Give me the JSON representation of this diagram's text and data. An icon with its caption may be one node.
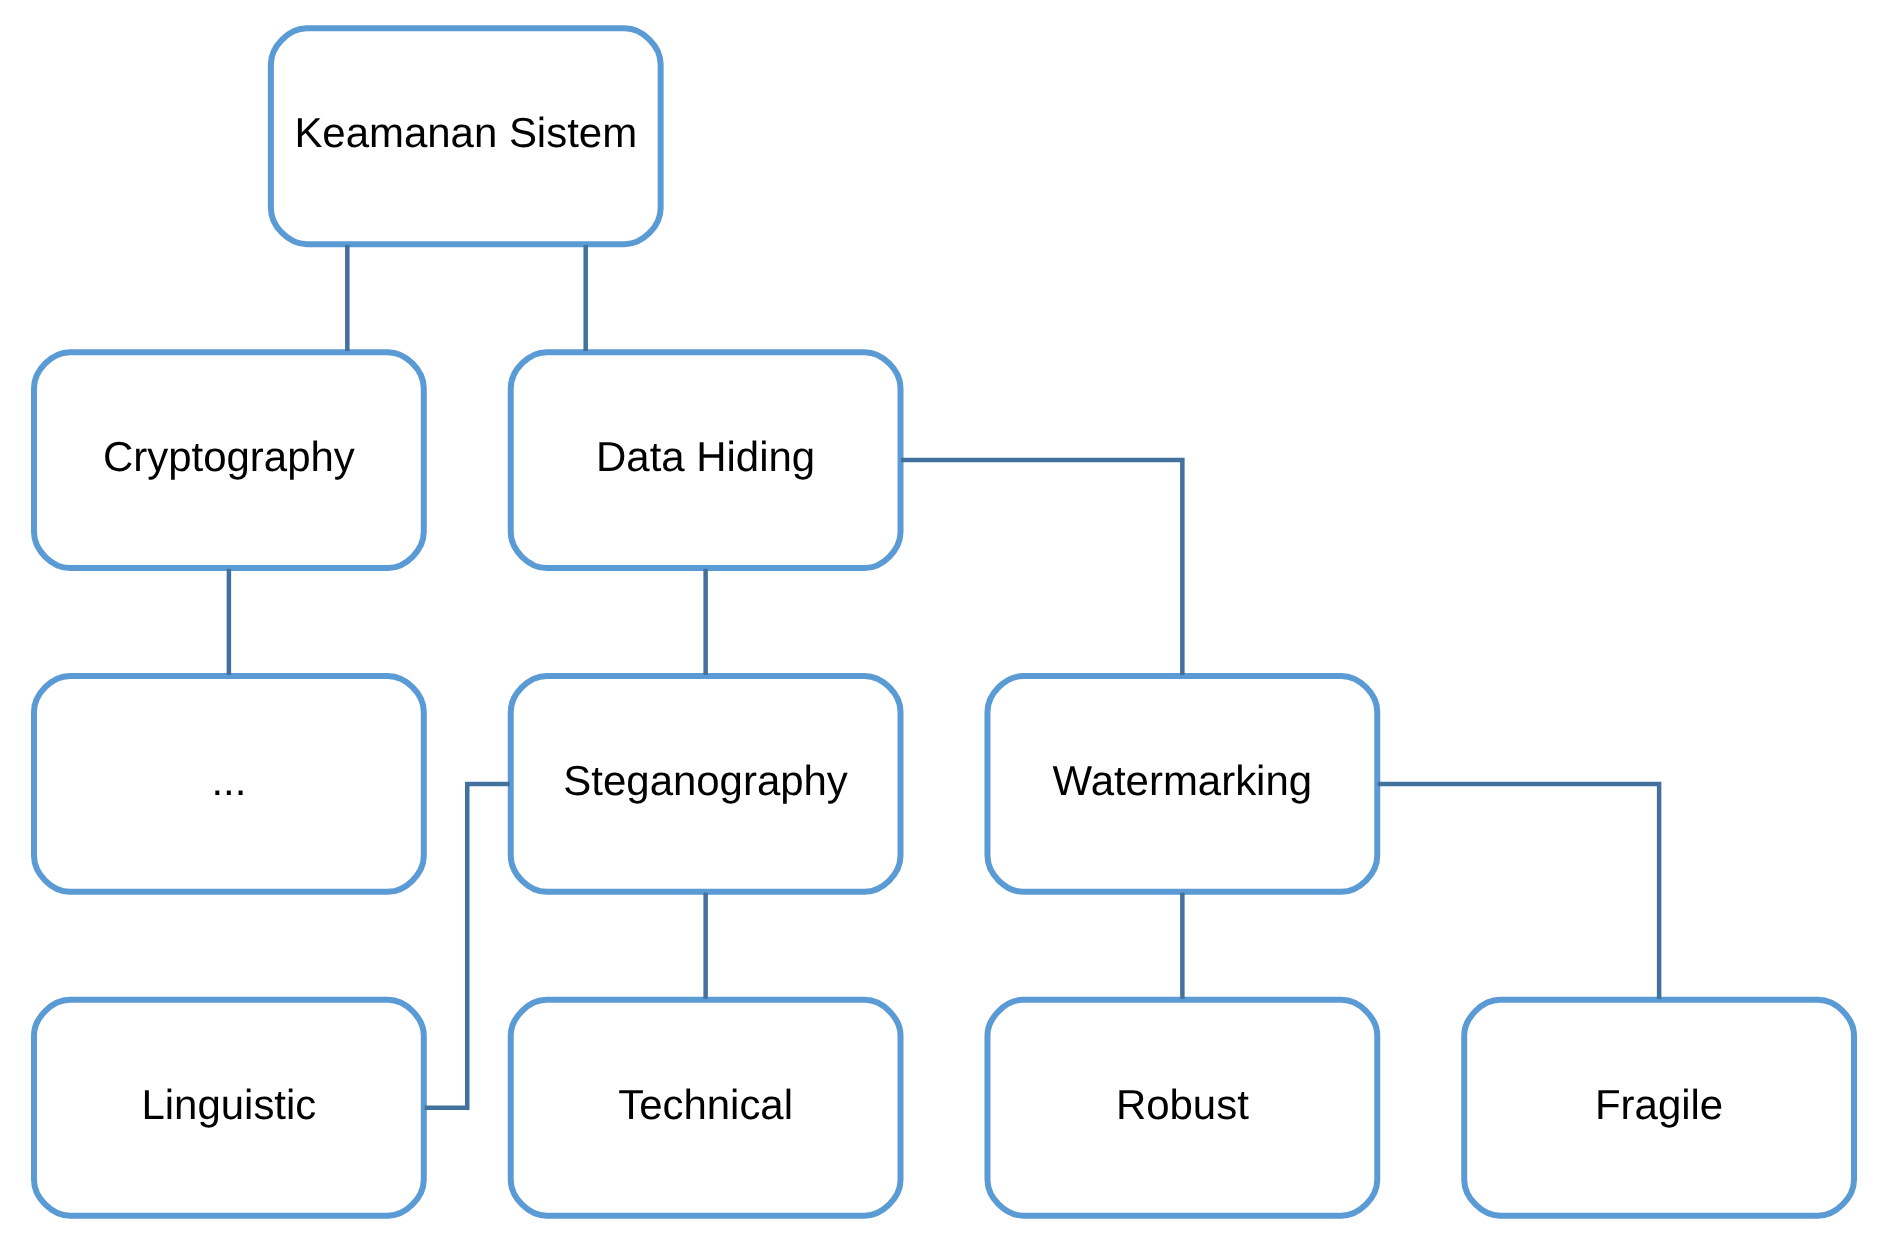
{
  "diagram": {
    "nodes": [
      {
        "text": [
          "Keamanan Sistem"
        ]
      },
      {
        "text": [
          "Cryptography"
        ]
      },
      {
        "text": [
          "Data Hiding"
        ]
      },
      {
        "text": [
          "..."
        ]
      },
      {
        "text": [
          "Steganography"
        ]
      },
      {
        "text": [
          "Watermarking"
        ]
      },
      {
        "text": [
          "Linguistic"
        ]
      },
      {
        "text": [
          "Technical"
        ]
      },
      {
        "text": [
          "Robust"
        ]
      },
      {
        "text": [
          "Fragile"
        ]
      }
    ],
    "edges": [
      {
        "from": 0,
        "to": 1,
        "arrow": "none"
      },
      {
        "from": 0,
        "to": 2,
        "arrow": "none"
      },
      {
        "from": 1,
        "to": 3,
        "arrow": "none"
      },
      {
        "from": 2,
        "to": 4,
        "arrow": "none"
      },
      {
        "from": 2,
        "to": 5,
        "arrow": "none"
      },
      {
        "from": 4,
        "to": 6,
        "arrow": "none"
      },
      {
        "from": 4,
        "to": 7,
        "arrow": "none"
      },
      {
        "from": 5,
        "to": 8,
        "arrow": "none"
      },
      {
        "from": 5,
        "to": 9,
        "arrow": "none"
      }
    ]
  }
}
